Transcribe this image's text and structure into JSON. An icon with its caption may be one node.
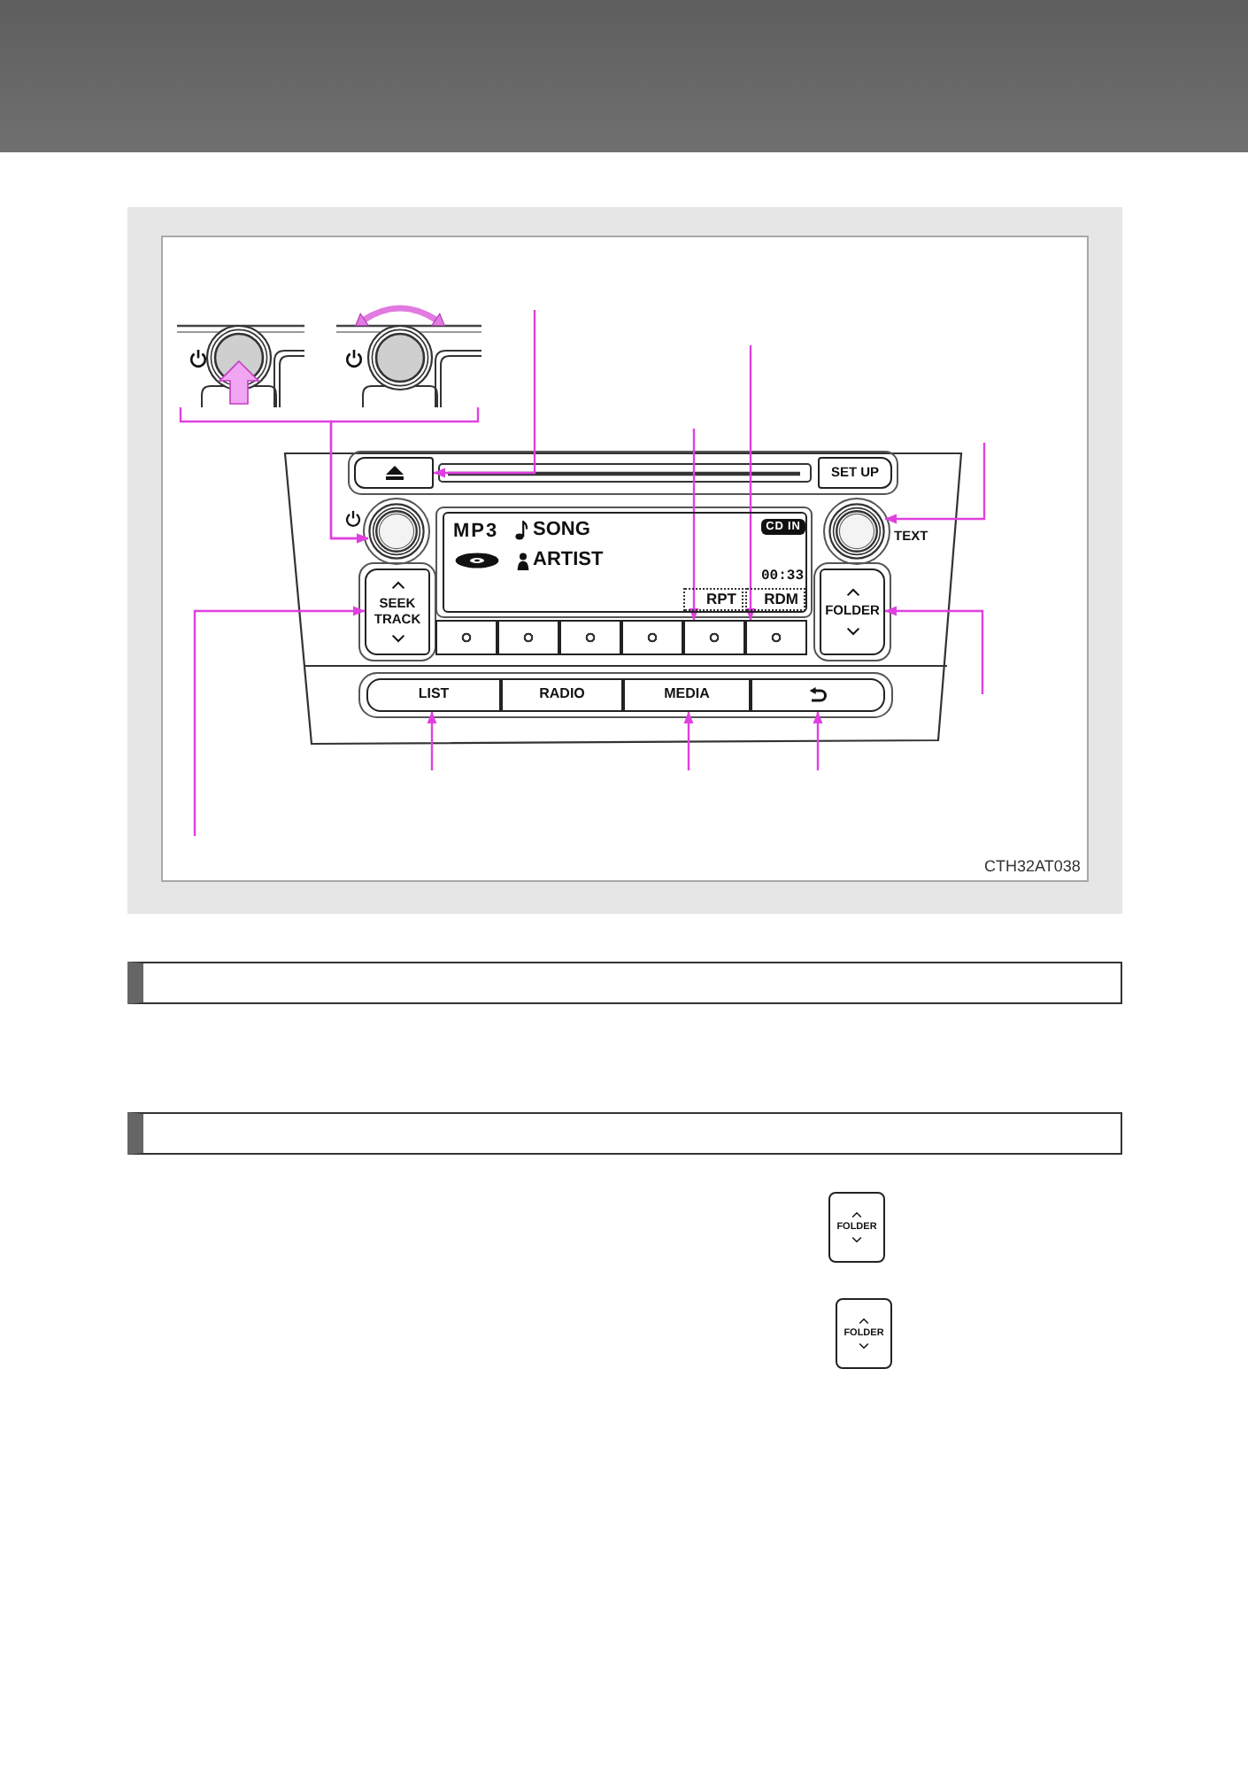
{
  "diagram": {
    "nodes": [
      {
        "text": [],
        "shape": "picture"
      },
      {
        "text": [],
        "shape": "picture"
      },
      {
        "text": [],
        "shape": "box"
      },
      {
        "text": [
          "SET UP"
        ]
      },
      {
        "text": [],
        "shape": "circle"
      },
      {
        "text": [
          "MP3",
          "SONG",
          "ARTIST",
          "00:33"
        ]
      },
      {
        "text": [
          "CD IN"
        ],
        "in": 5
      },
      {
        "text": [
          "RPT"
        ],
        "in": 5
      },
      {
        "text": [
          "RDM"
        ],
        "in": 5
      },
      {
        "text": [],
        "shape": "circle",
        "beside": [
          "TEXT"
        ]
      },
      {
        "text": [
          "SEEK TRACK"
        ]
      },
      {
        "text": [],
        "shape": "box"
      },
      {
        "text": [],
        "shape": "box"
      },
      {
        "text": [],
        "shape": "box"
      },
      {
        "text": [],
        "shape": "box"
      },
      {
        "text": [],
        "shape": "box"
      },
      {
        "text": [],
        "shape": "box"
      },
      {
        "text": [
          "FOLDER"
        ]
      },
      {
        "text": [
          "LIST"
        ]
      },
      {
        "text": [
          "RADIO"
        ]
      },
      {
        "text": [
          "MEDIA"
        ]
      },
      {
        "text": [],
        "shape": "box"
      },
      {
        "text": [],
        "shape": "bar"
      },
      {
        "text": [],
        "shape": "bar"
      },
      {
        "text": [
          "FOLDER"
        ]
      },
      {
        "text": [
          "FOLDER"
        ]
      }
    ],
    "edges": [
      {
        "from": null,
        "to": 2,
        "arrow": "to"
      },
      {
        "from": null,
        "to": 16,
        "arrow": "to"
      },
      {
        "from": 0,
        "to": 4,
        "arrow": "to"
      },
      {
        "from": 1,
        "to": 4,
        "arrow": "to"
      },
      {
        "from": null,
        "to": 15,
        "arrow": "to"
      },
      {
        "from": null,
        "to": 9,
        "arrow": "to"
      },
      {
        "from": null,
        "to": 10,
        "arrow": "to"
      },
      {
        "from": null,
        "to": 17,
        "arrow": "to"
      },
      {
        "from": null,
        "to": 18,
        "arrow": "to"
      },
      {
        "from": null,
        "to": 20,
        "arrow": "to"
      },
      {
        "from": null,
        "to": 21,
        "arrow": "to"
      }
    ],
    "labels": [
      "CTH32AT038"
    ]
  }
}
